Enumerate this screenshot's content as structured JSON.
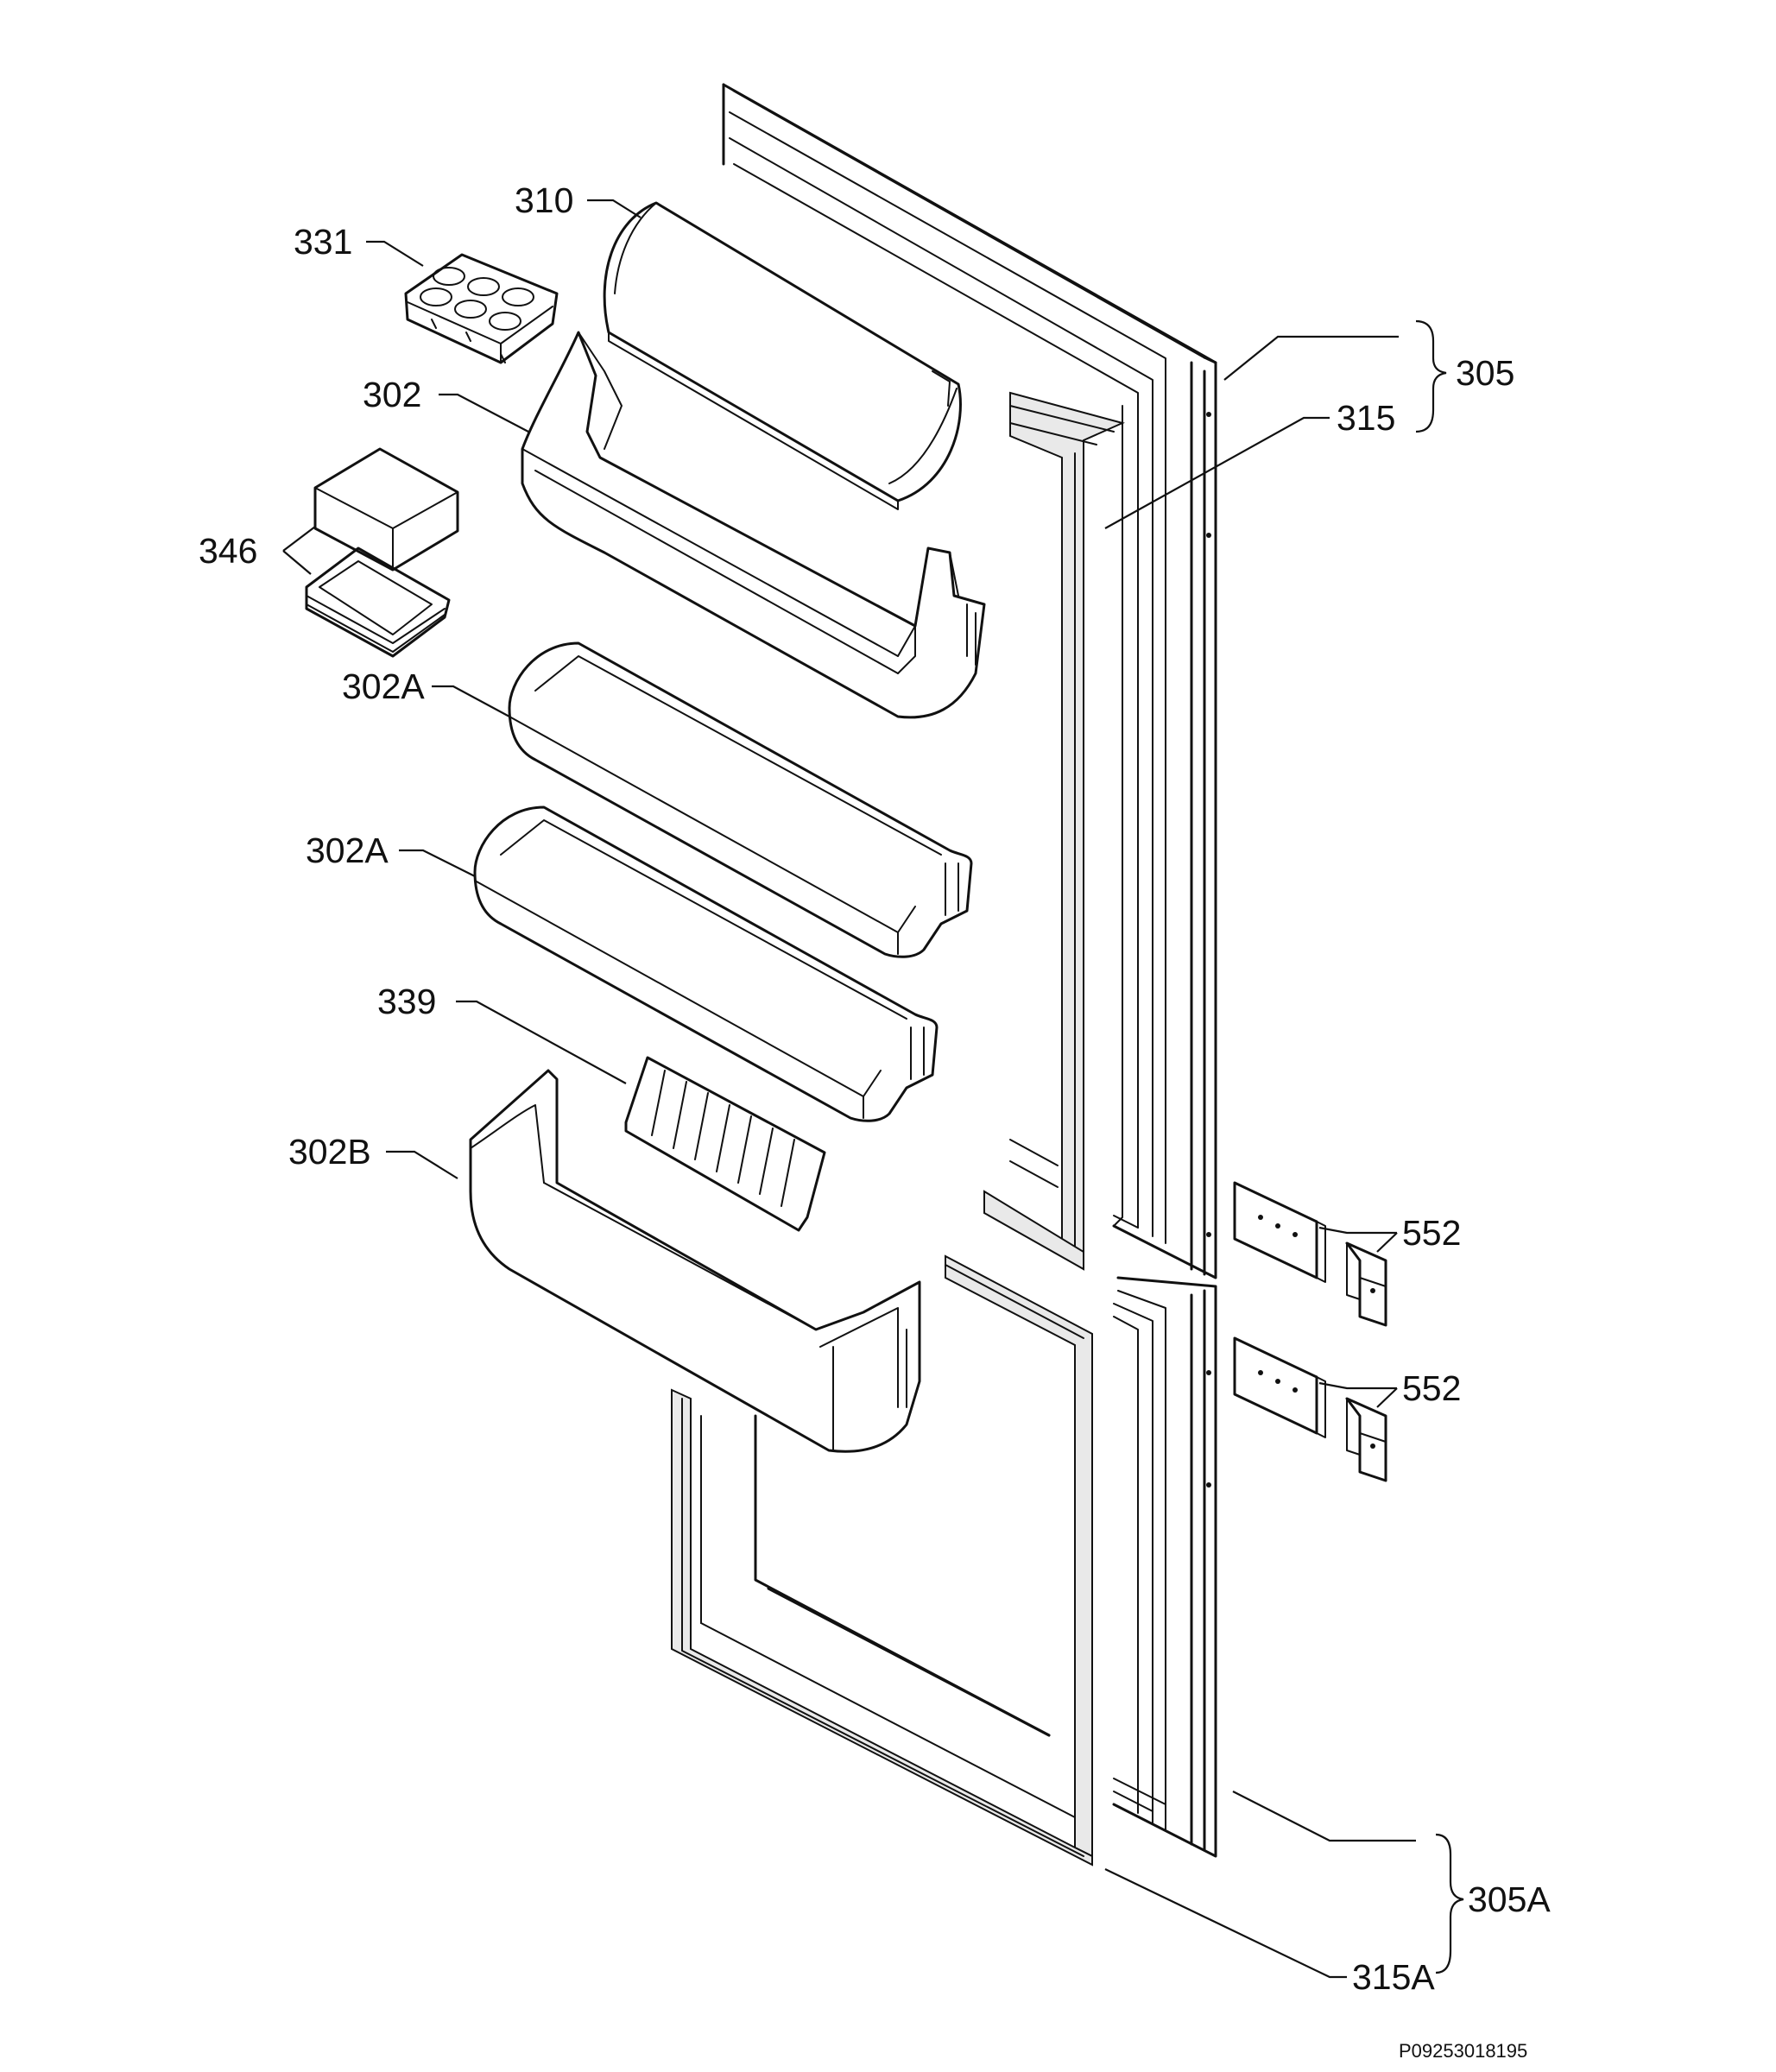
{
  "labels": {
    "l310": "310",
    "l331": "331",
    "l302": "302",
    "l346": "346",
    "l302a_1": "302A",
    "l302a_2": "302A",
    "l339": "339",
    "l302b": "302B",
    "l305": "305",
    "l315": "315",
    "l552_1": "552",
    "l552_2": "552",
    "l305a": "305A",
    "l315a": "315A"
  },
  "drawing_code": "P09253018195",
  "colors": {
    "line": "#111111",
    "background": "#ffffff",
    "gasket": "#e9e9e9"
  }
}
